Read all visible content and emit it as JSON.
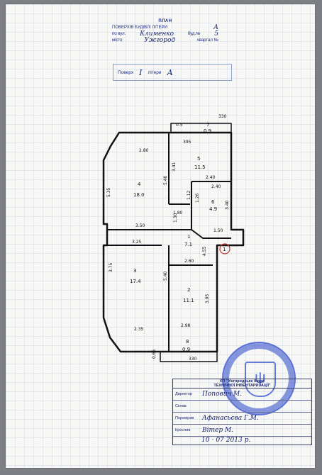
{
  "header": {
    "title": "ПЛАН",
    "subtitle": "ПОВЕРХІВ БУДІВЛІ ЛІТЕРИ",
    "letter": "А",
    "street_prefix": "по вул.",
    "street": "Клименко",
    "building_label": "буд.№",
    "building": "5",
    "city_prefix": "місто",
    "city": "Ужгород",
    "apartment_label": "квартал №"
  },
  "floor": {
    "floor_label": "Поверх",
    "floor_value": "I",
    "letter_label": "літери",
    "letter_value": "А"
  },
  "plan": {
    "rooms": [
      {
        "id": "1",
        "area": "7.1"
      },
      {
        "id": "2",
        "area": "11.1"
      },
      {
        "id": "3",
        "area": "17.4"
      },
      {
        "id": "4",
        "area": "18.0"
      },
      {
        "id": "5",
        "area": "11.5"
      },
      {
        "id": "6",
        "area": "4.9"
      },
      {
        "id": "7",
        "area": "0.9"
      },
      {
        "id": "8",
        "area": "0.9"
      }
    ],
    "dimensions": {
      "top_overall": "330",
      "bottom_overall": "330",
      "room7_width": "395",
      "room7_depth": "0.5",
      "room4_top": "2.80",
      "room4_left": "5.35",
      "room4_bottom": "3.50",
      "room4_right": "5.40",
      "room5_left": "3.41",
      "room5_bottom": "2.40",
      "room6_top": "2.40",
      "room6_right": "3.40",
      "room6_left": "1.26",
      "room6_bottom": "1.50",
      "corridor_a": "1.12",
      "corridor_b": "1.80",
      "corridor_c": "1.30",
      "entry": "4.55",
      "room3_top": "3.25",
      "room3_left": "3.75",
      "room3_right": "5.40",
      "room3_bottom": "2.35",
      "room2_top": "2.60",
      "room2_right": "3.95",
      "room2_bottom": "2.98",
      "room8_depth": "0.65"
    },
    "marker": "1"
  },
  "stamp": {
    "header_line1": "КП \"Ужгородське бюро",
    "header_line2": "ТЕХНІЧНОЇ ІНВЕНТАРИЗАЦІЇ\"",
    "director_label": "Директор",
    "director_value": "Попович М.",
    "composed_label": "Склав",
    "composed_value": "",
    "checked_label": "Перевірив",
    "checked_value": "Афанасьєва Г.М.",
    "drafted_label": "Креслив",
    "drafted_value": "Вітер М.",
    "date_day": "10",
    "date_month": "07",
    "date_year": "2013",
    "date_suffix": "р."
  }
}
